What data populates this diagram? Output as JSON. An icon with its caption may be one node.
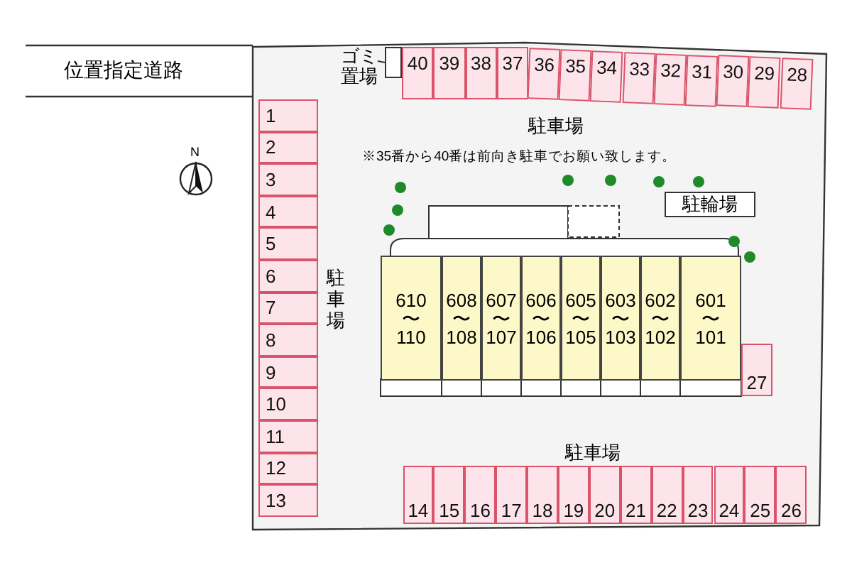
{
  "diagram": {
    "nodes": [
      {
        "text": [
          "ゴミ置場"
        ]
      },
      {
        "text": [],
        "shape": "box"
      },
      {
        "text": [
          "40"
        ]
      },
      {
        "text": [
          "39"
        ]
      },
      {
        "text": [
          "38"
        ]
      },
      {
        "text": [
          "37"
        ]
      },
      {
        "text": [
          "36"
        ]
      },
      {
        "text": [
          "35"
        ]
      },
      {
        "text": [
          "34"
        ]
      },
      {
        "text": [
          "33"
        ]
      },
      {
        "text": [
          "32"
        ]
      },
      {
        "text": [
          "31"
        ]
      },
      {
        "text": [
          "30"
        ]
      },
      {
        "text": [
          "29"
        ]
      },
      {
        "text": [
          "28"
        ]
      },
      {
        "text": [
          "1"
        ]
      },
      {
        "text": [
          "2"
        ]
      },
      {
        "text": [
          "3"
        ]
      },
      {
        "text": [
          "4"
        ]
      },
      {
        "text": [
          "5"
        ]
      },
      {
        "text": [
          "6"
        ]
      },
      {
        "text": [
          "7"
        ]
      },
      {
        "text": [
          "8"
        ]
      },
      {
        "text": [
          "9"
        ]
      },
      {
        "text": [
          "10"
        ]
      },
      {
        "text": [
          "11"
        ]
      },
      {
        "text": [
          "12"
        ]
      },
      {
        "text": [
          "13"
        ]
      },
      {
        "text": [
          "駐輪場"
        ]
      },
      {
        "text": [
          "610 〜 110"
        ]
      },
      {
        "text": [
          "608 〜 108"
        ]
      },
      {
        "text": [
          "607 〜 107"
        ]
      },
      {
        "text": [
          "606 〜 106"
        ]
      },
      {
        "text": [
          "605 〜 105"
        ]
      },
      {
        "text": [
          "603 〜 103"
        ]
      },
      {
        "text": [
          "602 〜 102"
        ]
      },
      {
        "text": [
          "601 〜 101"
        ]
      },
      {
        "text": [
          "27"
        ]
      },
      {
        "text": [
          "14"
        ]
      },
      {
        "text": [
          "15"
        ]
      },
      {
        "text": [
          "16"
        ]
      },
      {
        "text": [
          "17"
        ]
      },
      {
        "text": [
          "18"
        ]
      },
      {
        "text": [
          "19"
        ]
      },
      {
        "text": [
          "20"
        ]
      },
      {
        "text": [
          "21"
        ]
      },
      {
        "text": [
          "22"
        ]
      },
      {
        "text": [
          "23"
        ]
      },
      {
        "text": [
          "24"
        ]
      },
      {
        "text": [
          "25"
        ]
      },
      {
        "text": [
          "26"
        ]
      }
    ],
    "edges": [
      {
        "from": 0,
        "to": 1,
        "arrow": "none"
      }
    ],
    "labels": [
      "位置指定道路",
      "N",
      "駐車場",
      "※35番から40番は前向き駐車でお願い致します。",
      "駐車場",
      "駐車場"
    ]
  }
}
